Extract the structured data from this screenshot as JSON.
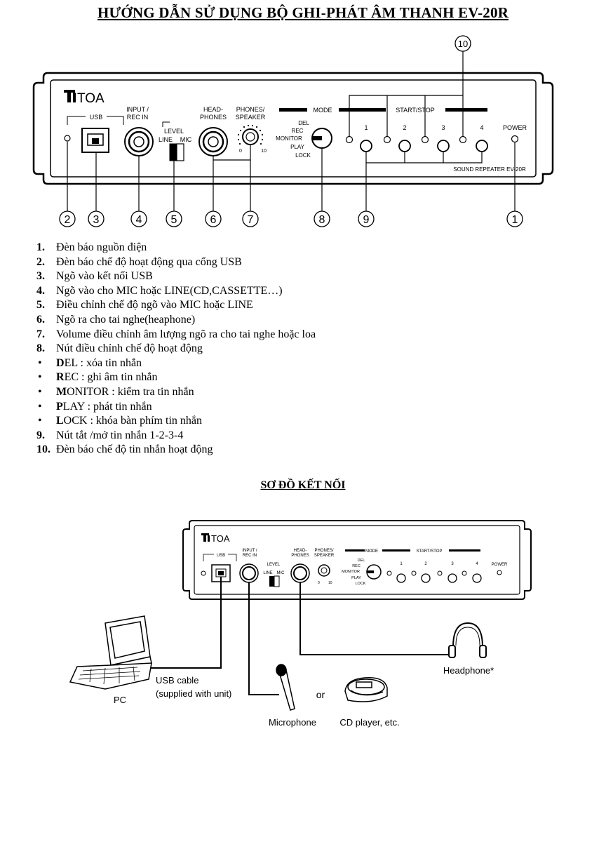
{
  "title": "HƯỚNG DẪN SỬ DỤNG BỘ GHI-PHÁT ÂM THANH EV-20R",
  "panel": {
    "brand": "TOA",
    "usb": "USB",
    "input_line1": "INPUT /",
    "input_line2": "REC IN",
    "level": "LEVEL",
    "line": "LINE",
    "mic": "MIC",
    "head_line1": "HEAD-",
    "head_line2": "PHONES",
    "phones_line1": "PHONES/",
    "phones_line2": "SPEAKER",
    "vol_min": "0",
    "vol_max": "10",
    "mode": "MODE",
    "mode_del": "DEL",
    "mode_rec": "REC",
    "mode_monitor": "MONITOR",
    "mode_play": "PLAY",
    "mode_lock": "LOCK",
    "start_stop": "START/STOP",
    "btn1": "1",
    "btn2": "2",
    "btn3": "3",
    "btn4": "4",
    "power": "POWER",
    "model": "SOUND REPEATER EV-20R"
  },
  "callouts": {
    "c1": "1",
    "c2": "2",
    "c3": "3",
    "c4": "4",
    "c5": "5",
    "c6": "6",
    "c7": "7",
    "c8": "8",
    "c9": "9",
    "c10": "10"
  },
  "legend": {
    "i1": {
      "num": "1.",
      "text": "Đèn báo nguồn điện"
    },
    "i2": {
      "num": "2.",
      "text": "Đèn báo chế độ hoạt động qua cổng USB"
    },
    "i3": {
      "num": "3.",
      "text": "Ngõ vào kết nối USB"
    },
    "i4": {
      "num": "4.",
      "text": "Ngõ vào cho MIC hoặc LINE(CD,CASSETTE…)"
    },
    "i5": {
      "num": "5.",
      "text": "Điều chỉnh chế độ ngõ vào MIC hoặc LINE"
    },
    "i6": {
      "num": "6.",
      "text": "Ngõ ra cho tai nghe(heaphone)"
    },
    "i7": {
      "num": "7.",
      "text": "Volume điều chỉnh âm lượng ngõ ra cho tai nghe hoặc loa"
    },
    "i8": {
      "num": "8.",
      "text": "Nút điều chỉnh chế độ hoạt động"
    },
    "b1": {
      "bullet": "•",
      "key": "D",
      "text": "EL : xóa tin nhắn"
    },
    "b2": {
      "bullet": "•",
      "key": "R",
      "text": "EC : ghi âm tin nhắn"
    },
    "b3": {
      "bullet": "•",
      "key": "M",
      "text": "ONITOR : kiểm tra tin nhắn"
    },
    "b4": {
      "bullet": "•",
      "key": "P",
      "text": "LAY : phát tin nhắn"
    },
    "b5": {
      "bullet": "•",
      "key": "L",
      "text": "OCK : khóa bàn phím tin nhắn"
    },
    "i9": {
      "num": "9.",
      "text": "Nút tắt /mở tin nhắn 1-2-3-4"
    },
    "i10": {
      "num": "10.",
      "text": "Đèn báo chế độ tin nhắn hoạt động"
    }
  },
  "subtitle": "SƠ ĐỒ KẾT NỐI",
  "diagram": {
    "usb_cable_line1": "USB cable",
    "usb_cable_line2": "(supplied with unit)",
    "pc": "PC",
    "microphone": "Microphone",
    "or": "or",
    "cd_player": "CD player, etc.",
    "headphone": "Headphone*"
  }
}
